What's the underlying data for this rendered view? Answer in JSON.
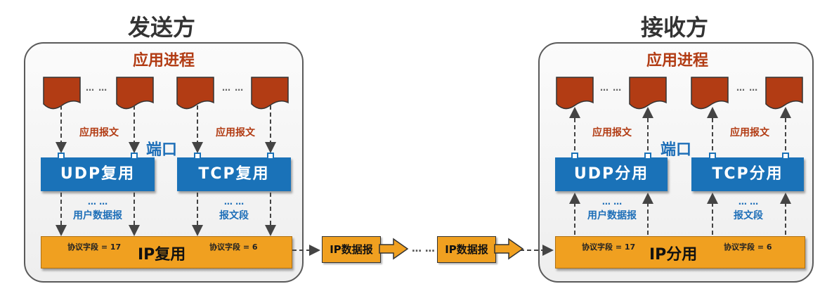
{
  "sender": {
    "title": "发送方",
    "app_process": "应用进程",
    "doc_dots_left": "… …",
    "doc_dots_right": "… …",
    "udp_msg": "应用报文",
    "tcp_msg": "应用报文",
    "port_label": "端口",
    "udp_box": "UDP复用",
    "tcp_box": "TCP复用",
    "udp_dots": "… …",
    "tcp_dots": "… …",
    "udp_unit": "用户数据报",
    "tcp_unit": "报文段",
    "ip_box": "IP复用",
    "proto_udp": "协议字段 = 17",
    "proto_tcp": "协议字段 = 6"
  },
  "receiver": {
    "title": "接收方",
    "app_process": "应用进程",
    "doc_dots_left": "… …",
    "doc_dots_right": "… …",
    "udp_msg": "应用报文",
    "tcp_msg": "应用报文",
    "port_label": "端口",
    "udp_box": "UDP分用",
    "tcp_box": "TCP分用",
    "udp_dots": "… …",
    "tcp_dots": "… …",
    "udp_unit": "用户数据报",
    "tcp_unit": "报文段",
    "ip_box": "IP分用",
    "proto_udp": "协议字段 = 17",
    "proto_tcp": "协议字段 = 6"
  },
  "transit": {
    "datagram_1": "IP数据报",
    "datagram_2": "IP数据报",
    "dots": "… …"
  },
  "colors": {
    "app_red": "#b23c14",
    "mux_blue": "#1a72b8",
    "ip_orange": "#f0a020"
  }
}
